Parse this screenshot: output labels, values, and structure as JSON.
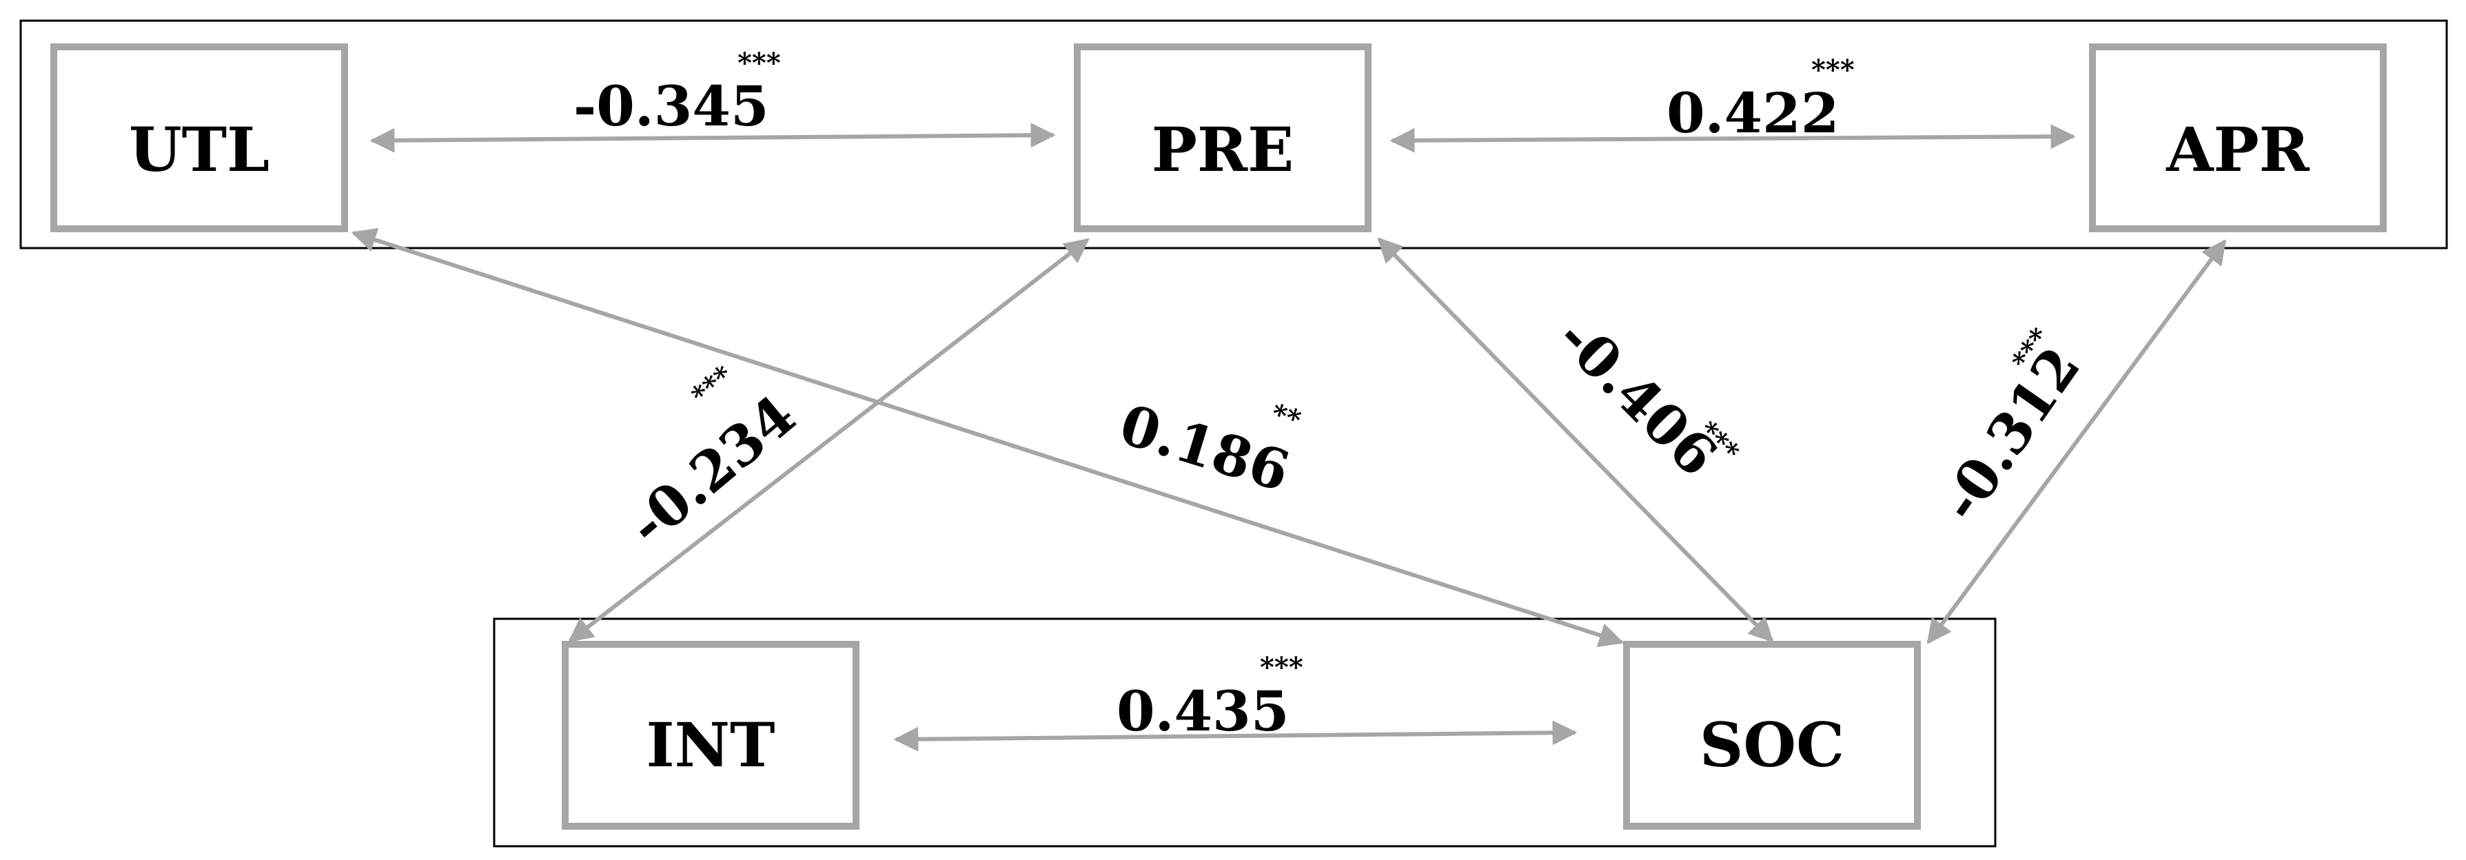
{
  "colors": {
    "node_border": "#a6a6a6",
    "arrow": "#a6a6a6",
    "group_border": "#000000",
    "text": "#000000"
  },
  "nodes": {
    "utl": "UTL",
    "pre": "PRE",
    "apr": "APR",
    "int": "INT",
    "soc": "SOC"
  },
  "edges": {
    "utl_pre": {
      "coef": "-0.345",
      "sig": "***"
    },
    "pre_apr": {
      "coef": "0.422",
      "sig": "***"
    },
    "int_soc": {
      "coef": "0.435",
      "sig": "***"
    },
    "int_pre": {
      "coef": "-0.234",
      "sig": "***"
    },
    "utl_soc": {
      "coef": "0.186",
      "sig": "**"
    },
    "pre_soc": {
      "coef": "-0.406",
      "sig": "***"
    },
    "apr_soc": {
      "coef": "-0.312",
      "sig": "***"
    }
  }
}
